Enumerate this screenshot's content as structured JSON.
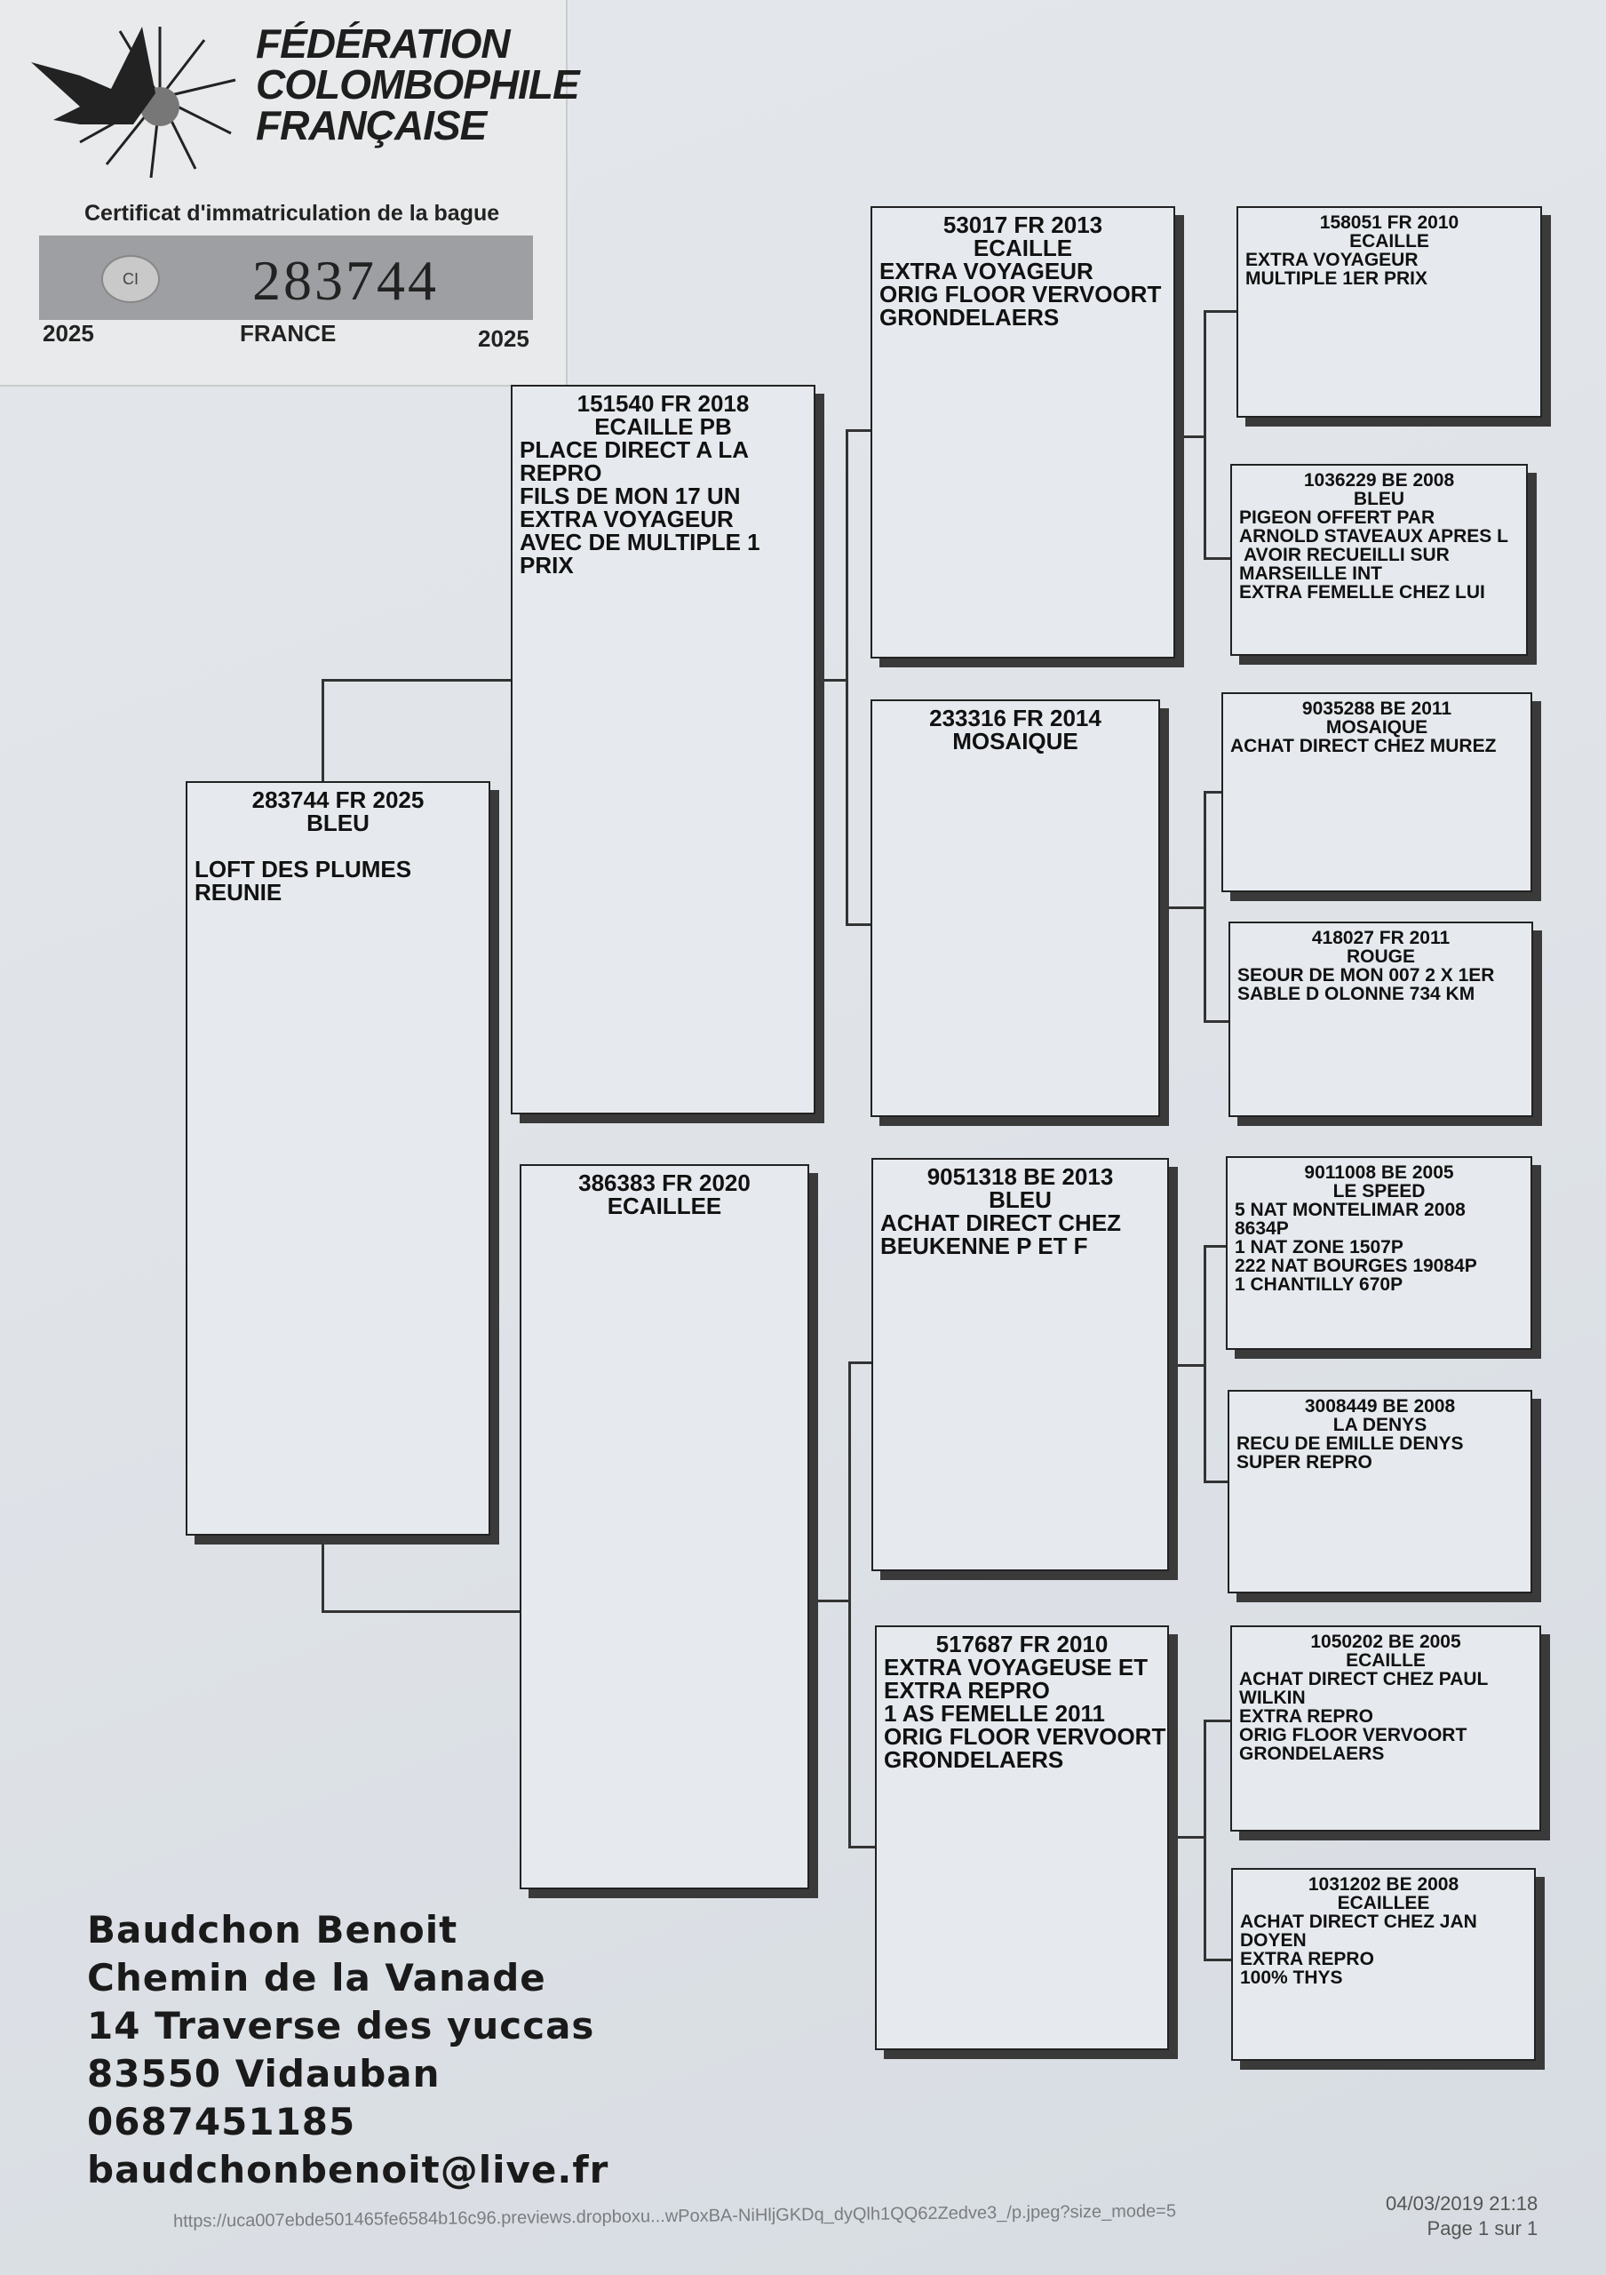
{
  "label": {
    "federation": [
      "FÉDÉRATION",
      "COLOMBOPHILE",
      "FRANÇAISE"
    ],
    "certificate": "Certificat d'immatriculation de la bague",
    "ring_number": "283744",
    "band_logo": "CI",
    "year_left": "2025",
    "country": "FRANCE",
    "year_right": "2025"
  },
  "pedigree": [
    {
      "key": "subject",
      "size": "big",
      "center": 2,
      "lines": [
        "283744 FR 2025",
        "BLEU",
        "",
        "LOFT DES PLUMES",
        "REUNIE"
      ]
    },
    {
      "key": "sire",
      "size": "big",
      "center": 2,
      "lines": [
        "151540 FR 2018",
        "ECAILLE PB",
        "PLACE DIRECT A LA",
        "REPRO",
        "FILS DE MON 17 UN",
        "EXTRA VOYAGEUR",
        "AVEC DE MULTIPLE 1",
        "PRIX"
      ]
    },
    {
      "key": "dam",
      "size": "big",
      "center": 2,
      "lines": [
        "386383 FR 2020",
        "ECAILLEE"
      ]
    },
    {
      "key": "sire-sire",
      "size": "big",
      "center": 2,
      "lines": [
        "53017 FR 2013",
        "ECAILLE",
        "EXTRA VOYAGEUR",
        "ORIG FLOOR VERVOORT",
        "GRONDELAERS"
      ]
    },
    {
      "key": "sire-dam",
      "size": "big",
      "center": 2,
      "lines": [
        "233316 FR 2014",
        "MOSAIQUE"
      ]
    },
    {
      "key": "dam-sire",
      "size": "big",
      "center": 2,
      "lines": [
        "9051318 BE 2013",
        "BLEU",
        "ACHAT DIRECT CHEZ",
        "BEUKENNE P ET F"
      ]
    },
    {
      "key": "dam-dam",
      "size": "big",
      "center": 1,
      "lines": [
        "517687 FR 2010",
        "EXTRA VOYAGEUSE ET",
        "EXTRA REPRO",
        "1 AS FEMELLE 2011",
        "ORIG FLOOR VERVOORT",
        "GRONDELAERS"
      ]
    },
    {
      "key": "sss",
      "size": "small",
      "center": 2,
      "lines": [
        "158051 FR 2010",
        "ECAILLE",
        "EXTRA VOYAGEUR",
        "MULTIPLE 1ER PRIX"
      ]
    },
    {
      "key": "ssd",
      "size": "small",
      "center": 2,
      "lines": [
        "1036229 BE 2008",
        "BLEU",
        "PIGEON OFFERT PAR",
        "ARNOLD STAVEAUX APRES L",
        " AVOIR RECUEILLI SUR",
        "MARSEILLE INT",
        "EXTRA FEMELLE CHEZ LUI"
      ]
    },
    {
      "key": "sds",
      "size": "small",
      "center": 2,
      "lines": [
        "9035288 BE 2011",
        "MOSAIQUE",
        "ACHAT DIRECT CHEZ MUREZ"
      ]
    },
    {
      "key": "sdd",
      "size": "small",
      "center": 2,
      "lines": [
        "418027 FR 2011",
        "ROUGE",
        "SEOUR DE MON 007 2 X 1ER",
        "SABLE D OLONNE 734 KM"
      ]
    },
    {
      "key": "dss",
      "size": "small",
      "center": 2,
      "lines": [
        "9011008 BE 2005",
        "LE SPEED",
        "5 NAT MONTELIMAR 2008",
        "8634P",
        "1 NAT ZONE 1507P",
        "222 NAT BOURGES 19084P",
        "1 CHANTILLY 670P"
      ]
    },
    {
      "key": "dsd",
      "size": "small",
      "center": 2,
      "lines": [
        "3008449 BE 2008",
        "LA DENYS",
        "RECU DE EMILLE DENYS",
        "SUPER REPRO"
      ]
    },
    {
      "key": "dds",
      "size": "small",
      "center": 2,
      "lines": [
        "1050202 BE 2005",
        "ECAILLE",
        "ACHAT DIRECT CHEZ PAUL",
        "WILKIN",
        "EXTRA REPRO",
        "ORIG FLOOR VERVOORT",
        "GRONDELAERS"
      ]
    },
    {
      "key": "ddd",
      "size": "small",
      "center": 2,
      "lines": [
        "1031202 BE 2008",
        "ECAILLEE",
        "ACHAT DIRECT CHEZ JAN",
        "DOYEN",
        "EXTRA REPRO",
        "100% THYS"
      ]
    }
  ],
  "owner": {
    "name": "Baudchon Benoit",
    "street1": "Chemin de la Vanade",
    "street2": "14 Traverse des yuccas",
    "city": "83550 Vidauban",
    "phone": "0687451185",
    "email": "baudchonbenoit@live.fr"
  },
  "footer": {
    "url": "https://uca007ebde501465fe6584b16c96.previews.dropboxu...wPoxBA-NiHljGKDq_dyQlh1QQ62Zedve3_/p.jpeg?size_mode=5",
    "datetime": "04/03/2019 21:18",
    "page": "Page 1 sur 1"
  }
}
